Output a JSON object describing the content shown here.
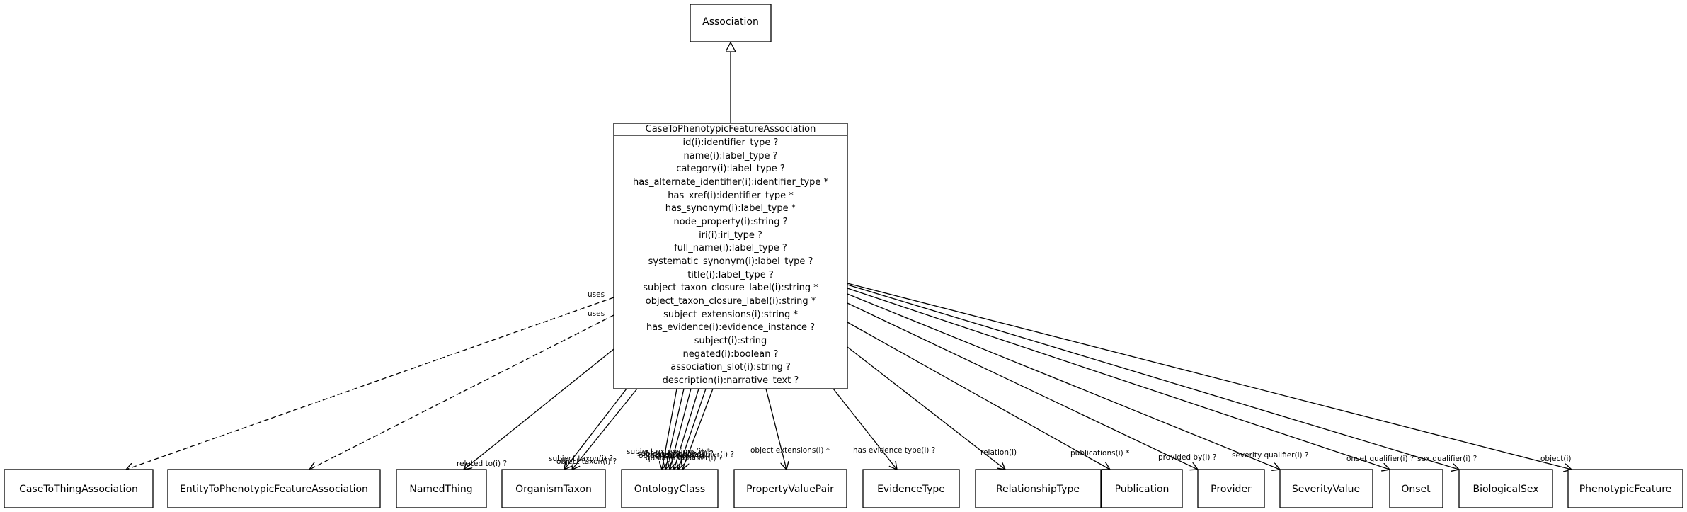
{
  "diagram": {
    "superclass": "Association",
    "main_class": {
      "name": "CaseToPhenotypicFeatureAssociation",
      "attributes": [
        "id(i):identifier_type ?",
        "name(i):label_type ?",
        "category(i):label_type ?",
        "has_alternate_identifier(i):identifier_type *",
        "has_xref(i):identifier_type *",
        "has_synonym(i):label_type *",
        "node_property(i):string ?",
        "iri(i):iri_type ?",
        "full_name(i):label_type ?",
        "systematic_synonym(i):label_type ?",
        "title(i):label_type ?",
        "subject_taxon_closure_label(i):string *",
        "object_taxon_closure_label(i):string *",
        "subject_extensions(i):string *",
        "has_evidence(i):evidence_instance ?",
        "subject(i):string",
        "negated(i):boolean ?",
        "association_slot(i):string ?",
        "description(i):narrative_text ?"
      ]
    },
    "targets": [
      "CaseToThingAssociation",
      "EntityToPhenotypicFeatureAssociation",
      "NamedThing",
      "OrganismTaxon",
      "OntologyClass",
      "PropertyValuePair",
      "EvidenceType",
      "RelationshipType",
      "Publication",
      "Provider",
      "SeverityValue",
      "Onset",
      "BiologicalSex",
      "PhenotypicFeature"
    ],
    "edge_labels": {
      "uses_1": "uses",
      "uses_2": "uses",
      "related_to": "related to(i) ?",
      "subject_taxon": "subject taxon(i) ?",
      "object_taxon": "object taxon(i) ?",
      "subject_ext": "subject extensions(i) *",
      "subject_category": "subject category(i) ?",
      "object_category": "object category(i) ?",
      "qualifiers": "qualifiers(i) *",
      "frequency_qualifier": "frequency qualifier(i) ?",
      "stage_qualifier": "stage qualifier(i) ?",
      "object_extensions": "object extensions(i) *",
      "has_evidence_type": "has evidence type(i) ?",
      "relation": "relation(i)",
      "publications": "publications(i) *",
      "provided_by": "provided by(i) ?",
      "severity_qualifier": "severity qualifier(i) ?",
      "onset_qualifier": "onset qualifier(i) ?",
      "sex_qualifier": "sex qualifier(i) ?",
      "object": "object(i)"
    }
  }
}
